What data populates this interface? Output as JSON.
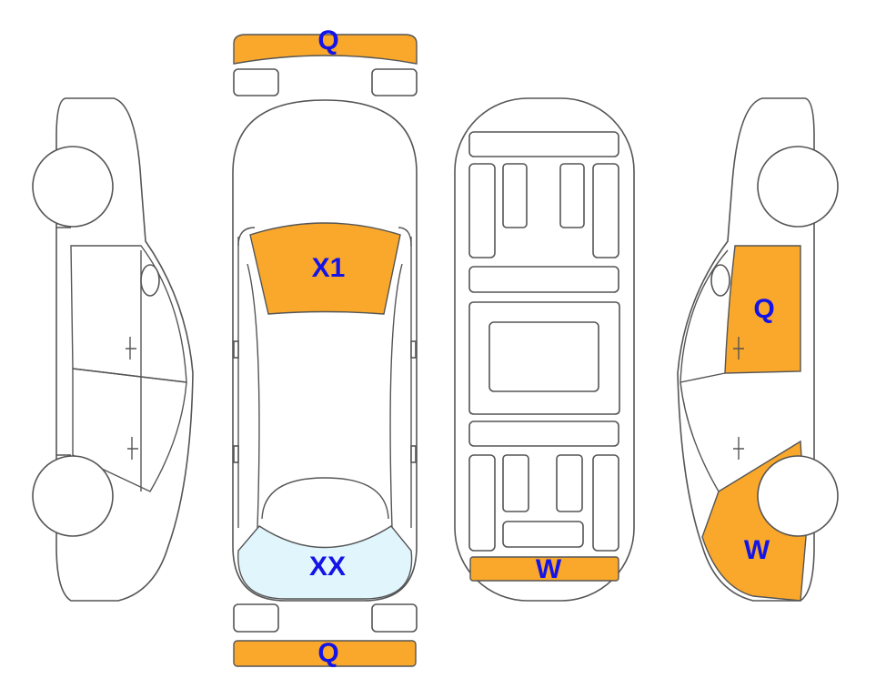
{
  "colors": {
    "damage_orange": "#F9A82B",
    "glass_blue": "#E0F5FC",
    "label_blue": "#1414E6",
    "outline": "#555555"
  },
  "zones": {
    "front_bumper": {
      "label": "Q",
      "marked": true
    },
    "windshield": {
      "label": "X1",
      "marked": true
    },
    "rear_window": {
      "label": "XX",
      "marked": true
    },
    "rear_bumper": {
      "label": "Q",
      "marked": true
    },
    "underbody_rear": {
      "label": "W",
      "marked": true
    },
    "right_side_front_door": {
      "label": "Q",
      "marked": true
    },
    "right_side_rear_quarter": {
      "label": "W",
      "marked": true
    }
  }
}
